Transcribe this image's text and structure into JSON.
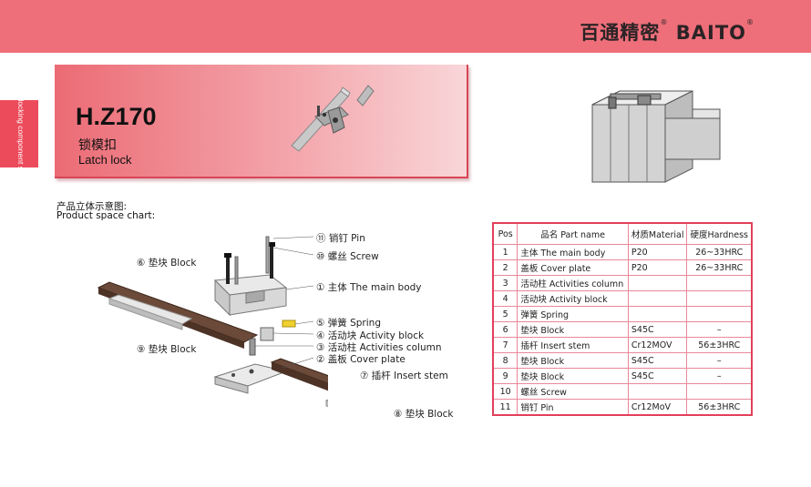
{
  "brand": {
    "cn": "百通精密",
    "en": "BAITO",
    "reg": "®"
  },
  "side_tab": {
    "text": "Mold locking component series"
  },
  "product": {
    "model": "H.Z170",
    "name_cn": "锁模扣",
    "name_en": "Latch lock"
  },
  "caption": {
    "cn": "产品立体示意图:",
    "en": "Product space chart:"
  },
  "callouts": [
    {
      "no": "⑪",
      "text": "销钉 Pin"
    },
    {
      "no": "⑩",
      "text": "螺丝 Screw"
    },
    {
      "no": "⑥",
      "text": "垫块 Block"
    },
    {
      "no": "①",
      "text": "主体 The main body"
    },
    {
      "no": "⑤",
      "text": "弹簧 Spring"
    },
    {
      "no": "④",
      "text": "活动块 Activity block"
    },
    {
      "no": "⑨",
      "text": "垫块 Block"
    },
    {
      "no": "③",
      "text": "活动柱 Activities column"
    },
    {
      "no": "②",
      "text": "盖板 Cover plate"
    },
    {
      "no": "⑦",
      "text": "插杆 Insert stem"
    },
    {
      "no": "⑧",
      "text": "垫块 Block"
    }
  ],
  "table": {
    "headers": [
      "Pos",
      "品名 Part name",
      "材质Material",
      "硬度Hardness"
    ],
    "rows": [
      [
        "1",
        "主体 The main body",
        "P20",
        "26~33HRC"
      ],
      [
        "2",
        "盖板 Cover plate",
        "P20",
        "26~33HRC"
      ],
      [
        "3",
        "活动柱 Activities column",
        "",
        ""
      ],
      [
        "4",
        "活动块 Activity block",
        "",
        ""
      ],
      [
        "5",
        "弹簧 Spring",
        "",
        ""
      ],
      [
        "6",
        "垫块 Block",
        "S45C",
        "–"
      ],
      [
        "7",
        "插杆 Insert stem",
        "Cr12MOV",
        "56±3HRC"
      ],
      [
        "8",
        "垫块 Block",
        "S45C",
        "–"
      ],
      [
        "9",
        "垫块 Block",
        "S45C",
        "–"
      ],
      [
        "10",
        "螺丝 Screw",
        "",
        ""
      ],
      [
        "11",
        "销钉 Pin",
        "Cr12MoV",
        "56±3HRC"
      ]
    ]
  }
}
